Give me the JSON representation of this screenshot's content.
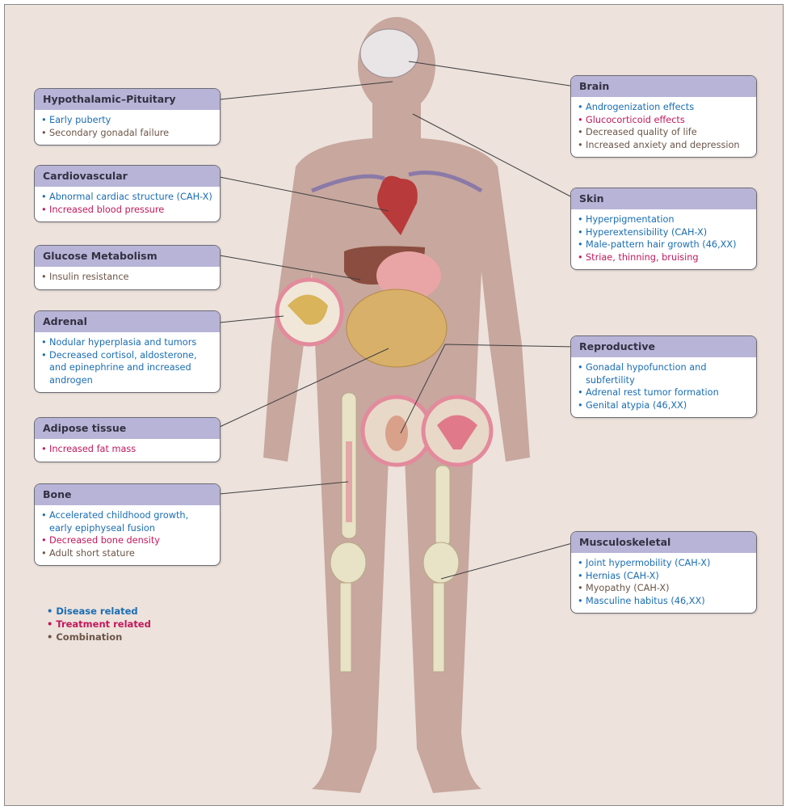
{
  "colors": {
    "disease": "#1a6db3",
    "treatment": "#c2185b",
    "combination": "#6b5547",
    "header": "#b8b4d8"
  },
  "boxes": {
    "hypothalamic": {
      "title": "Hypothalamic–Pituitary",
      "items": [
        {
          "text": "Early puberty",
          "type": "disease"
        },
        {
          "text": "Secondary gonadal failure",
          "type": "combination"
        }
      ]
    },
    "cardiovascular": {
      "title": "Cardiovascular",
      "items": [
        {
          "text": "Abnormal cardiac structure (CAH-X)",
          "type": "disease"
        },
        {
          "text": "Increased blood pressure",
          "type": "treatment"
        }
      ]
    },
    "glucose": {
      "title": "Glucose Metabolism",
      "items": [
        {
          "text": "Insulin resistance",
          "type": "combination"
        }
      ]
    },
    "adrenal": {
      "title": "Adrenal",
      "items": [
        {
          "text": "Nodular hyperplasia and tumors",
          "type": "disease"
        },
        {
          "text": "Decreased cortisol, aldosterone, and epinephrine and increased androgen",
          "type": "disease"
        }
      ]
    },
    "adipose": {
      "title": "Adipose tissue",
      "items": [
        {
          "text": "Increased fat mass",
          "type": "treatment"
        }
      ]
    },
    "bone": {
      "title": "Bone",
      "items": [
        {
          "text": "Accelerated childhood growth, early epiphyseal fusion",
          "type": "disease"
        },
        {
          "text": "Decreased bone density",
          "type": "treatment"
        },
        {
          "text": "Adult short stature",
          "type": "combination"
        }
      ]
    },
    "brain": {
      "title": "Brain",
      "items": [
        {
          "text": "Androgenization effects",
          "type": "disease"
        },
        {
          "text": "Glucocorticoid effects",
          "type": "treatment"
        },
        {
          "text": "Decreased quality of life",
          "type": "combination"
        },
        {
          "text": "Increased anxiety and depression",
          "type": "combination"
        }
      ]
    },
    "skin": {
      "title": "Skin",
      "items": [
        {
          "text": "Hyperpigmentation",
          "type": "disease"
        },
        {
          "text": "Hyperextensibility (CAH-X)",
          "type": "disease"
        },
        {
          "text": "Male-pattern hair growth (46,XX)",
          "type": "disease"
        },
        {
          "text": "Striae, thinning, bruising",
          "type": "treatment"
        }
      ]
    },
    "reproductive": {
      "title": "Reproductive",
      "items": [
        {
          "text": "Gonadal hypofunction and subfertility",
          "type": "disease"
        },
        {
          "text": "Adrenal rest tumor formation",
          "type": "disease"
        },
        {
          "text": "Genital atypia (46,XX)",
          "type": "disease"
        }
      ]
    },
    "musculoskeletal": {
      "title": "Musculoskeletal",
      "items": [
        {
          "text": "Joint hypermobility (CAH-X)",
          "type": "disease"
        },
        {
          "text": "Hernias (CAH-X)",
          "type": "disease"
        },
        {
          "text": "Myopathy (CAH-X)",
          "type": "combination"
        },
        {
          "text": "Masculine habitus (46,XX)",
          "type": "disease"
        }
      ]
    }
  },
  "legend": {
    "disease": "Disease related",
    "treatment": "Treatment related",
    "combination": "Combination"
  }
}
